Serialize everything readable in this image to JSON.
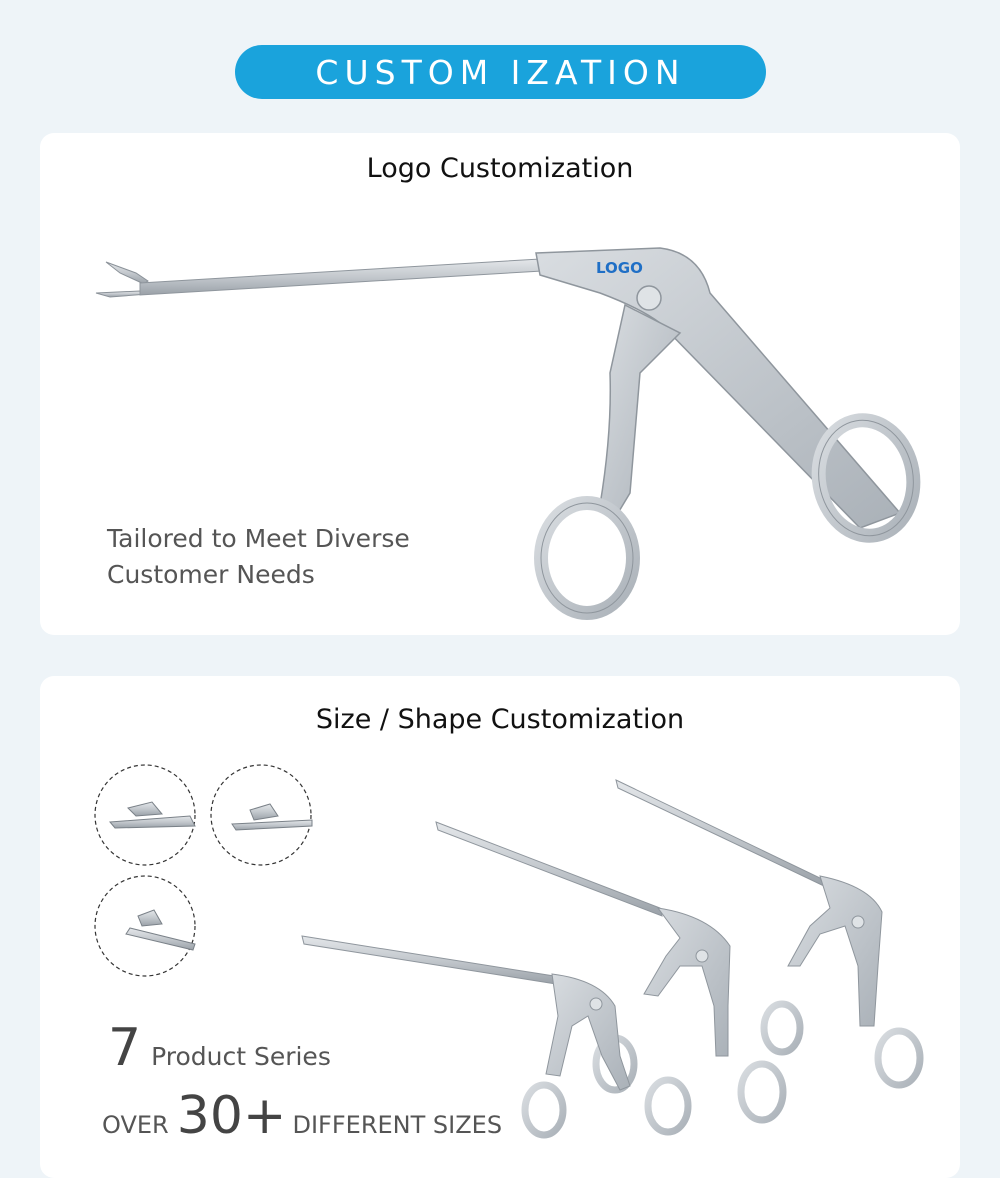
{
  "header": {
    "badge_text": "CUSTOM IZATION"
  },
  "logo_section": {
    "title": "Logo Customization",
    "logo_mark": "LOGO",
    "tagline_line1": "Tailored to Meet Diverse",
    "tagline_line2": "Customer Needs"
  },
  "size_section": {
    "title": "Size / Shape Customization",
    "series_count": "7",
    "series_label": "Product Series",
    "over_label": "OVER",
    "sizes_count": "30+",
    "sizes_label": "DIFFERENT SIZES"
  },
  "colors": {
    "accent": "#1aa3dc",
    "background": "#eef4f8",
    "card": "#ffffff",
    "logo_blue": "#1f6fc6"
  }
}
